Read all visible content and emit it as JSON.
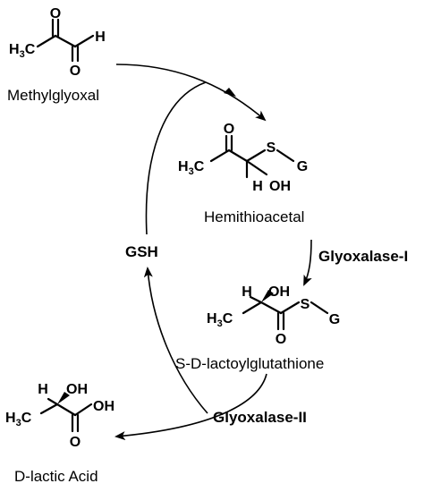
{
  "compounds": {
    "methylglyoxal": "Methylglyoxal",
    "hemithioacetal": "Hemithioacetal",
    "lactoylglutathione": "S-D-lactoylglutathione",
    "lactic_acid": "D-lactic Acid"
  },
  "enzymes": {
    "glyoxalase_1": "Glyoxalase-I",
    "glyoxalase_2": "Glyoxalase-II"
  },
  "cofactor": "GSH",
  "atoms": {
    "O": "O",
    "H": "H",
    "S": "S",
    "G": "G",
    "OH": "OH",
    "H3C_main": "H",
    "H3C_c": "C",
    "H3C_sub": "3"
  }
}
